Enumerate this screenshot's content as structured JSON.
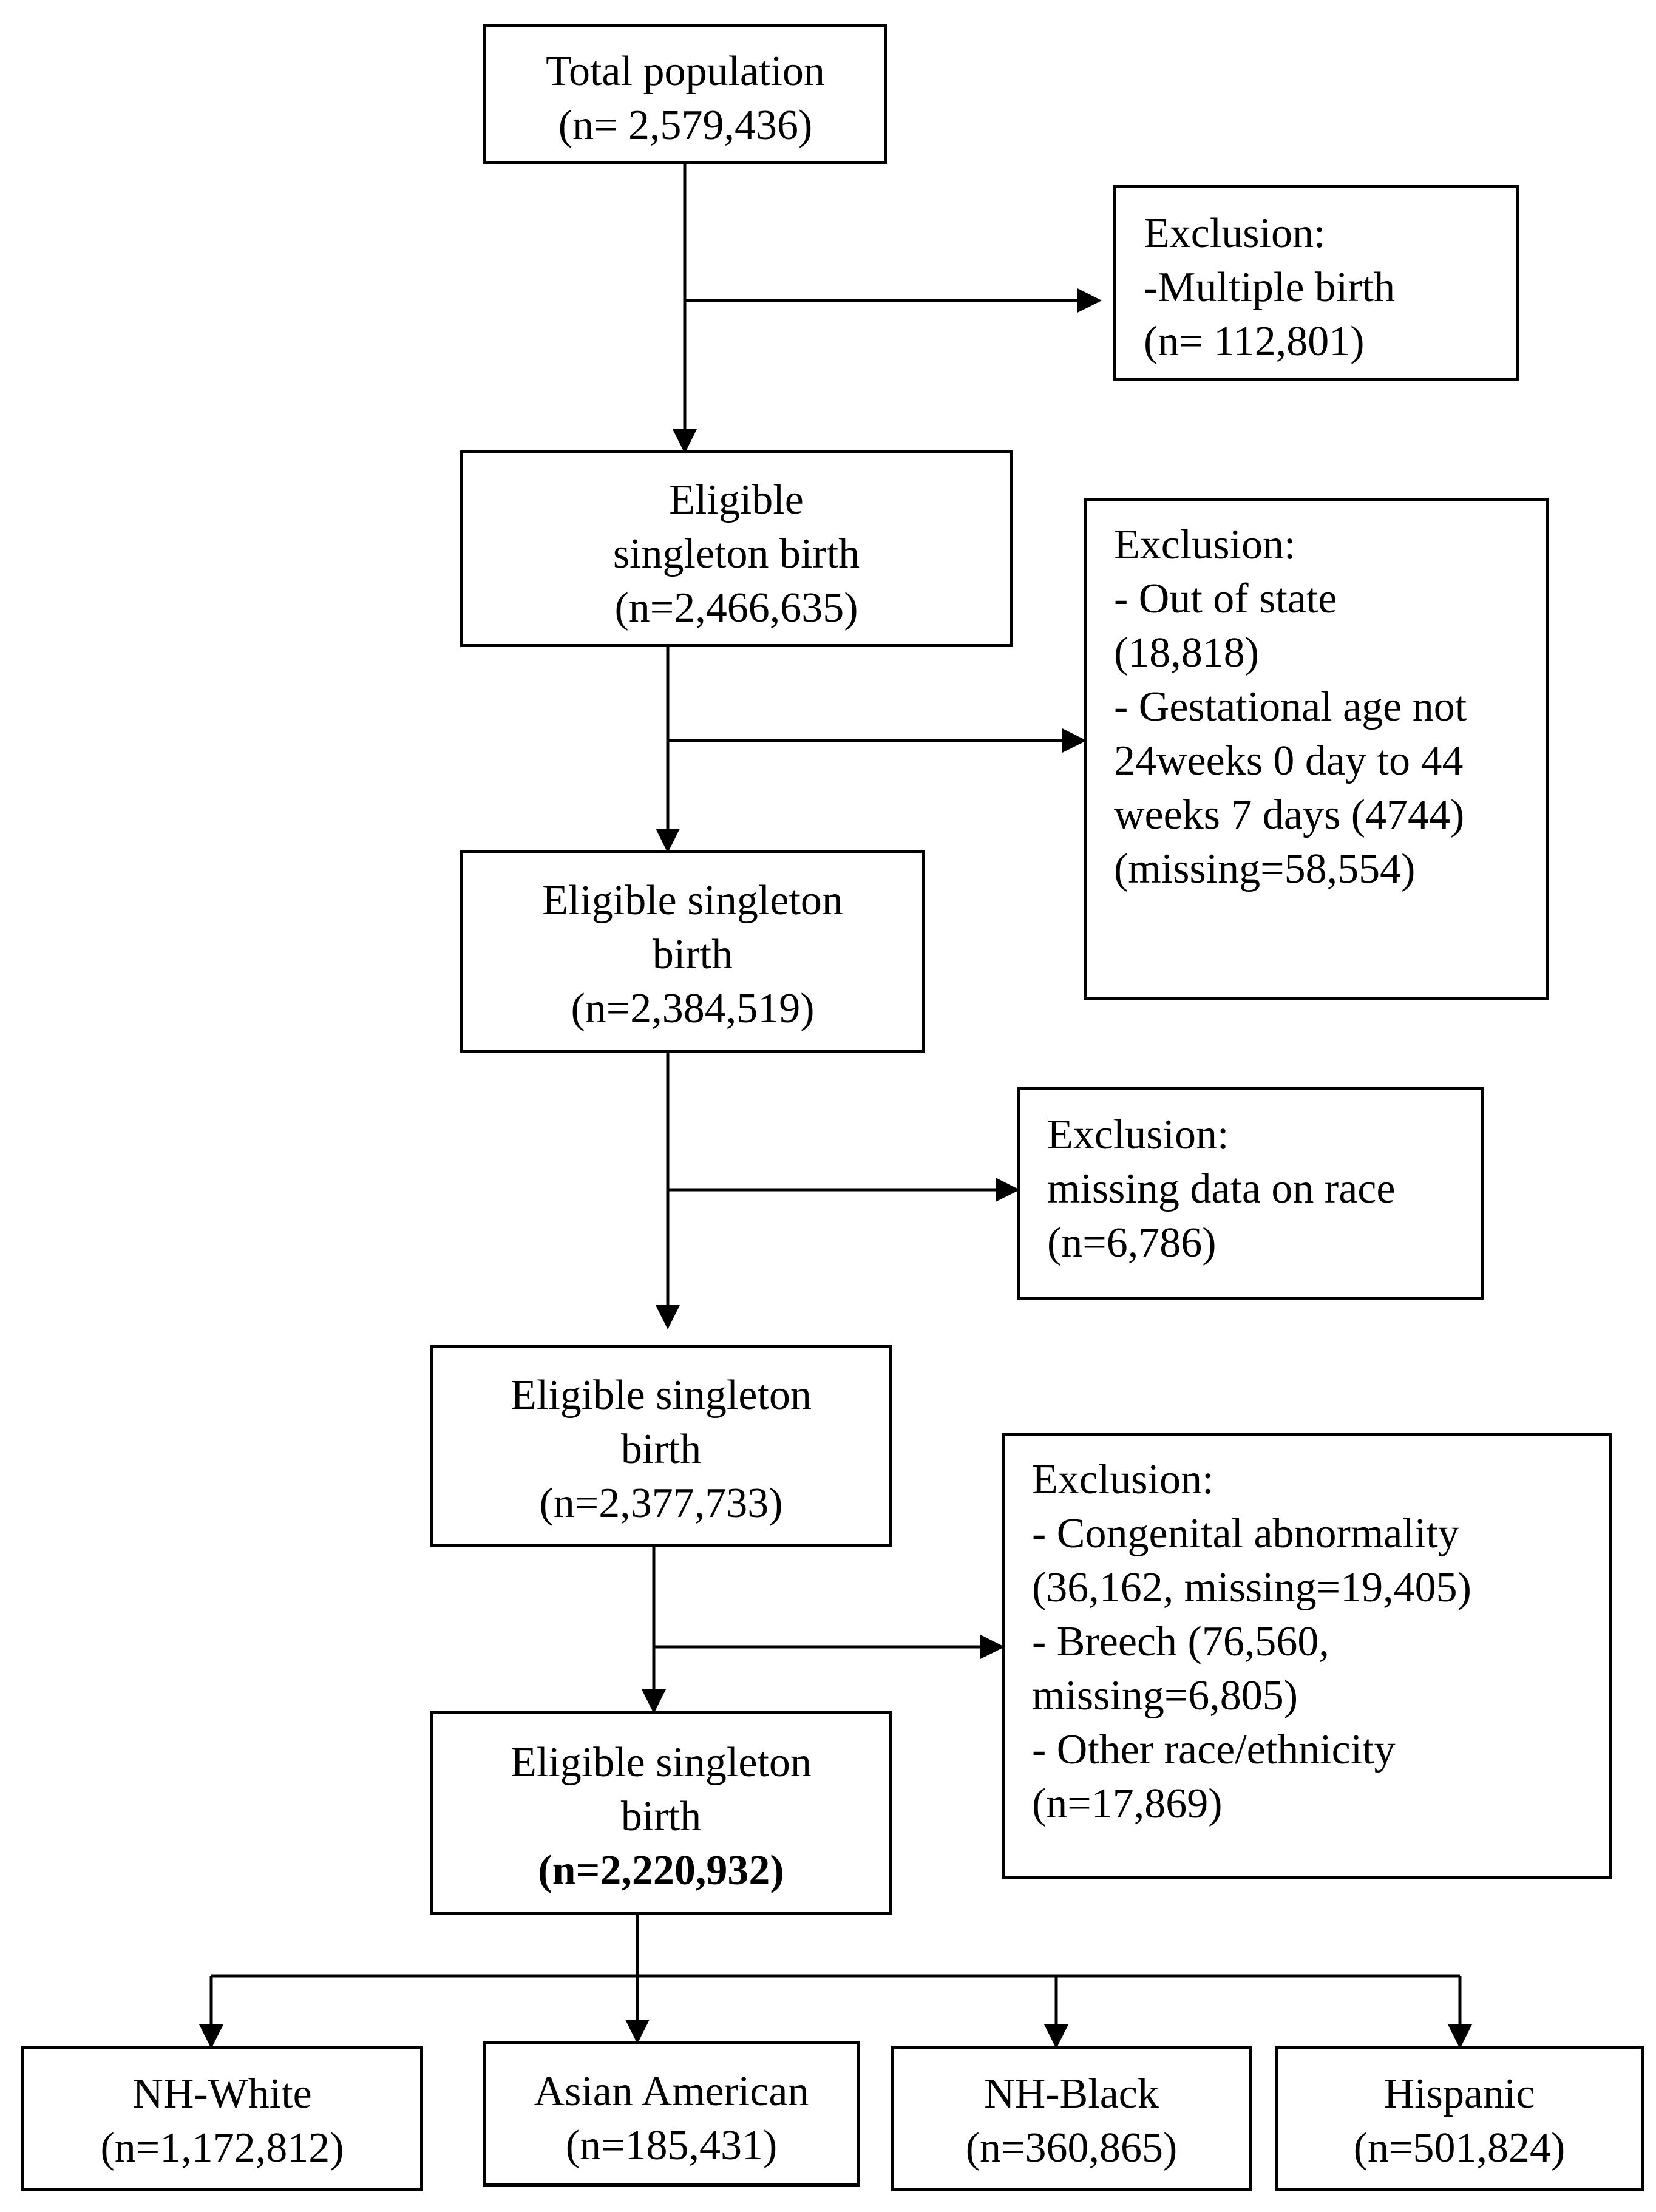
{
  "total": {
    "line1": "Total population",
    "line2": "(n= 2,579,436)"
  },
  "excl1": {
    "line1": "Exclusion:",
    "line2": "-Multiple birth",
    "line3": "(n= 112,801)"
  },
  "step1": {
    "line1": "Eligible",
    "line2": "singleton birth",
    "line3": "(n=2,466,635)"
  },
  "excl2": {
    "line1": "Exclusion:",
    "line2": "- Out of state",
    "line3": "(18,818)",
    "line4": "- Gestational age not",
    "line5": "24weeks 0 day to 44",
    "line6": "weeks 7 days (4744)",
    "line7": "(missing=58,554)"
  },
  "step2": {
    "line1": "Eligible singleton",
    "line2": "birth",
    "line3": "(n=2,384,519)"
  },
  "excl3": {
    "line1": "Exclusion:",
    "line2": "missing data on race",
    "line3": "(n=6,786)"
  },
  "step3": {
    "line1": "Eligible singleton",
    "line2": "birth",
    "line3": "(n=2,377,733)"
  },
  "excl4": {
    "line1": "Exclusion:",
    "line2": "- Congenital abnormality",
    "line3": "(36,162, missing=19,405)",
    "line4": "- Breech (76,560,",
    "line5": "missing=6,805)",
    "line6": "- Other race/ethnicity",
    "line7": "(n=17,869)"
  },
  "final": {
    "line1": "Eligible singleton",
    "line2": "birth",
    "line3": "(n=2,220,932)"
  },
  "groups": [
    {
      "name": "NH-White",
      "n": "(n=1,172,812)"
    },
    {
      "name": "Asian American",
      "n": "(n=185,431)"
    },
    {
      "name": "NH-Black",
      "n": "(n=360,865)"
    },
    {
      "name": "Hispanic",
      "n": "(n=501,824)"
    }
  ]
}
